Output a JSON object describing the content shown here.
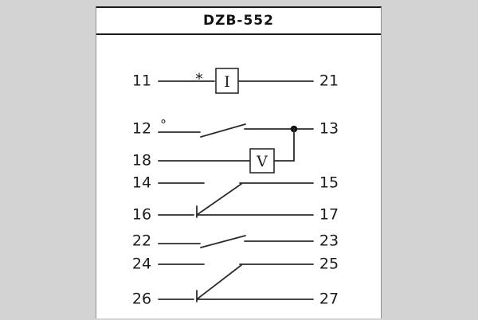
{
  "title": "DZB-552",
  "terminals": {
    "left": [
      "11",
      "12",
      "18",
      "14",
      "16",
      "22",
      "24",
      "26"
    ],
    "right": [
      "21",
      "13",
      "15",
      "17",
      "23",
      "25",
      "27"
    ]
  },
  "elements": {
    "current": "I",
    "voltage": "V"
  },
  "markers": {
    "asterisk": "*",
    "degree": "°"
  },
  "colors": {
    "background": "#d3d3d3",
    "panel": "#ffffff",
    "line": "#2b2b2b",
    "text": "#1c1c1c"
  }
}
